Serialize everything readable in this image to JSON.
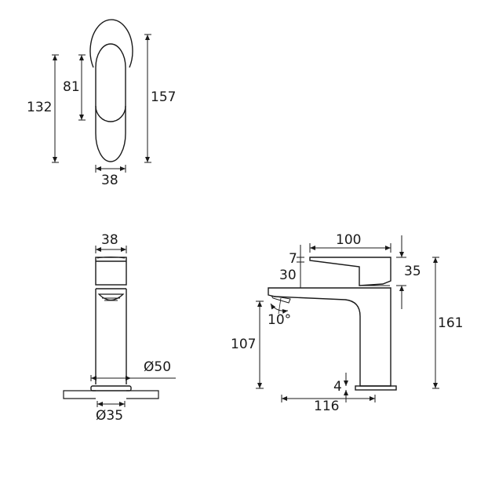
{
  "drawing": {
    "stroke_color": "#1a1a1a",
    "dim_color": "#333333",
    "background": "#ffffff"
  },
  "top_view": {
    "dim_height_body": "132",
    "dim_height_lever": "81",
    "dim_height_total": "157",
    "dim_width": "38"
  },
  "front_view": {
    "dim_width": "38",
    "dim_base_diameter": "Ø50",
    "dim_shank_diameter": "Ø35"
  },
  "side_view": {
    "dim_lever_length": "100",
    "dim_lever_thickness": "7",
    "dim_lever_rise": "30",
    "dim_handle_height": "35",
    "dim_total_height": "161",
    "dim_spout_height": "107",
    "dim_aerator_angle": "10°",
    "dim_base_thickness": "4",
    "dim_spout_reach": "116"
  }
}
